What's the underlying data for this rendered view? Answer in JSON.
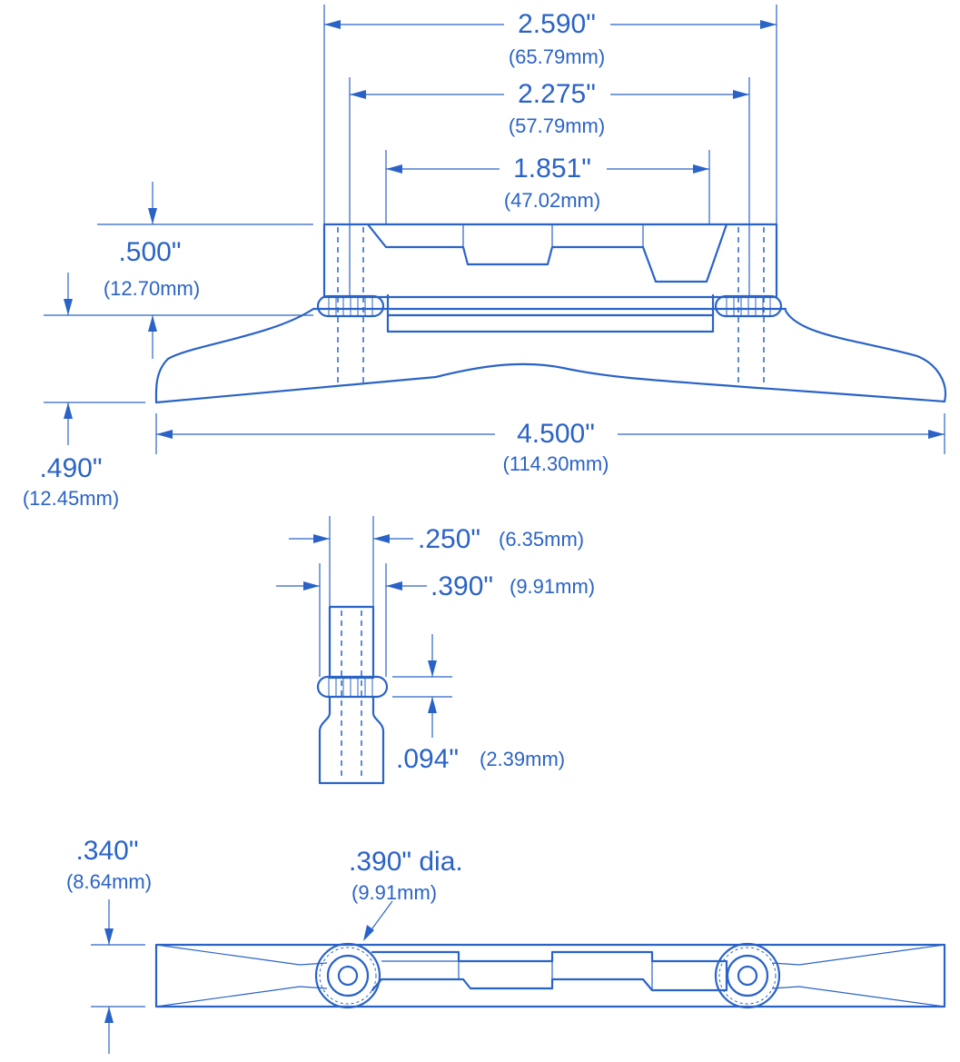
{
  "diagram": {
    "color": "#2a63c7",
    "top_view": {
      "width_2590": {
        "inch": "2.590\"",
        "mm": "(65.79mm)"
      },
      "width_2275": {
        "inch": "2.275\"",
        "mm": "(57.79mm)"
      },
      "width_1851": {
        "inch": "1.851\"",
        "mm": "(47.02mm)"
      },
      "height_500": {
        "inch": ".500\"",
        "mm": "(12.70mm)"
      },
      "height_490": {
        "inch": ".490\"",
        "mm": "(12.45mm)"
      },
      "length_4500": {
        "inch": "4.500\"",
        "mm": "(114.30mm)"
      }
    },
    "side_view": {
      "dim_250": {
        "inch": ".250\"",
        "mm": "(6.35mm)"
      },
      "dim_390": {
        "inch": ".390\"",
        "mm": "(9.91mm)"
      },
      "dim_094": {
        "inch": ".094\"",
        "mm": "(2.39mm)"
      }
    },
    "bottom_view": {
      "dim_340": {
        "inch": ".340\"",
        "mm": "(8.64mm)"
      },
      "diameter_390": {
        "inch": ".390\" dia.",
        "mm": "(9.91mm)"
      }
    }
  }
}
